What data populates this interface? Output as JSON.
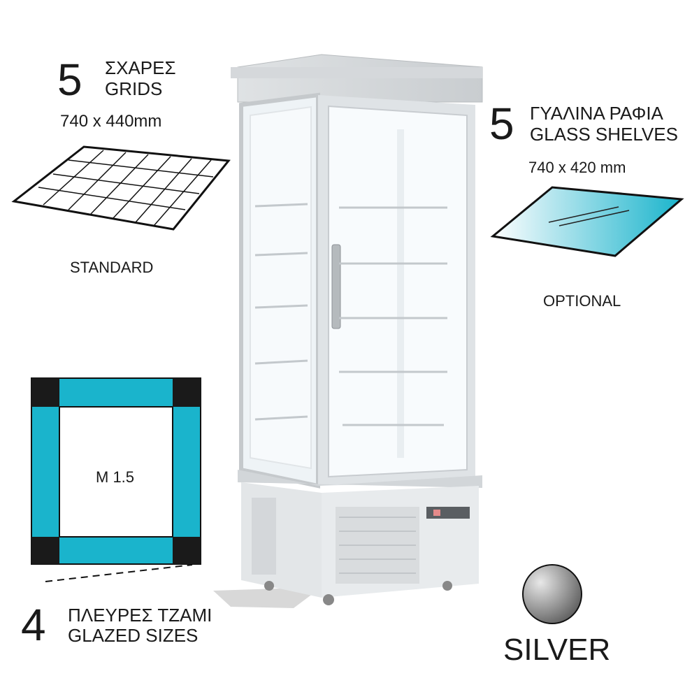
{
  "grids": {
    "count": "5",
    "label_gr": "ΣΧΑΡΕΣ",
    "label_en": "GRIDS",
    "size": "740 x 440mm",
    "type": "STANDARD"
  },
  "glass": {
    "count": "5",
    "label_gr": "ΓΥΑΛΙΝΑ ΡΑΦΙΑ",
    "label_en": "GLASS SHELVES",
    "size": "740 x 420 mm",
    "type": "OPTIONAL"
  },
  "glazing": {
    "profile": "M 1.5",
    "count": "4",
    "label_gr": "ΠΛΕΥΡΕΣ ΤΖΑΜΙ",
    "label_en": "GLAZED SIZES"
  },
  "color": {
    "name": "SILVER",
    "swatch": "#8a8a8a"
  },
  "colors": {
    "accent": "#1ab4cc",
    "frame_corner": "#1a1a1a"
  }
}
